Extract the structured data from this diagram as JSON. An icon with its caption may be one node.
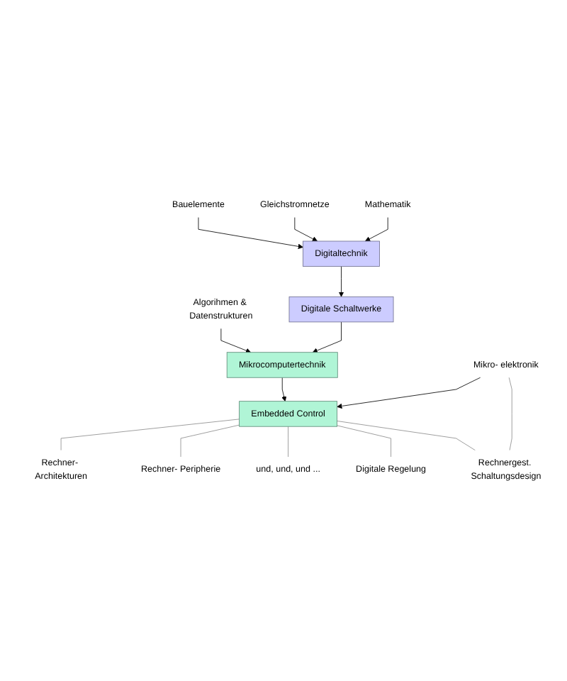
{
  "diagram": {
    "nodes": [
      {
        "text": [
          "Bauelemente"
        ]
      },
      {
        "text": [
          "Gleichstromnetze"
        ]
      },
      {
        "text": [
          "Mathematik"
        ]
      },
      {
        "text": [
          "Digitaltechnik"
        ]
      },
      {
        "text": [
          "Algorihmen & Datenstrukturen"
        ]
      },
      {
        "text": [
          "Digitale Schaltwerke"
        ]
      },
      {
        "text": [
          "Mikrocomputertechnik"
        ]
      },
      {
        "text": [
          "Mikro- elektronik"
        ]
      },
      {
        "text": [
          "Embedded Control"
        ]
      },
      {
        "text": [
          "Rechner- Architekturen"
        ]
      },
      {
        "text": [
          "Rechnergest. Schaltungsdesign"
        ]
      },
      {
        "text": [
          "Rechner- Peripherie"
        ]
      },
      {
        "text": [
          "Digitale Regelung"
        ]
      },
      {
        "text": [
          "und, und, und ..."
        ]
      }
    ],
    "edges": [
      {
        "from": 0,
        "to": 3,
        "arrow": "to"
      },
      {
        "from": 1,
        "to": 3,
        "arrow": "to"
      },
      {
        "from": 2,
        "to": 3,
        "arrow": "to"
      },
      {
        "from": 3,
        "to": 5,
        "arrow": "to"
      },
      {
        "from": 4,
        "to": 6,
        "arrow": "to"
      },
      {
        "from": 5,
        "to": 6,
        "arrow": "to"
      },
      {
        "from": 6,
        "to": 8,
        "arrow": "to"
      },
      {
        "from": 7,
        "to": 8,
        "arrow": "to"
      },
      {
        "from": 7,
        "to": 10,
        "arrow": "none",
        "color": "#8c8c8c"
      },
      {
        "from": 8,
        "to": 9,
        "arrow": "none",
        "color": "#8c8c8c"
      },
      {
        "from": 8,
        "to": 11,
        "arrow": "none",
        "color": "#8c8c8c"
      },
      {
        "from": 8,
        "to": 13,
        "arrow": "none",
        "color": "#8c8c8c"
      },
      {
        "from": 8,
        "to": 12,
        "arrow": "none",
        "color": "#8c8c8c"
      },
      {
        "from": 8,
        "to": 10,
        "arrow": "none",
        "color": "#8c8c8c"
      }
    ]
  }
}
